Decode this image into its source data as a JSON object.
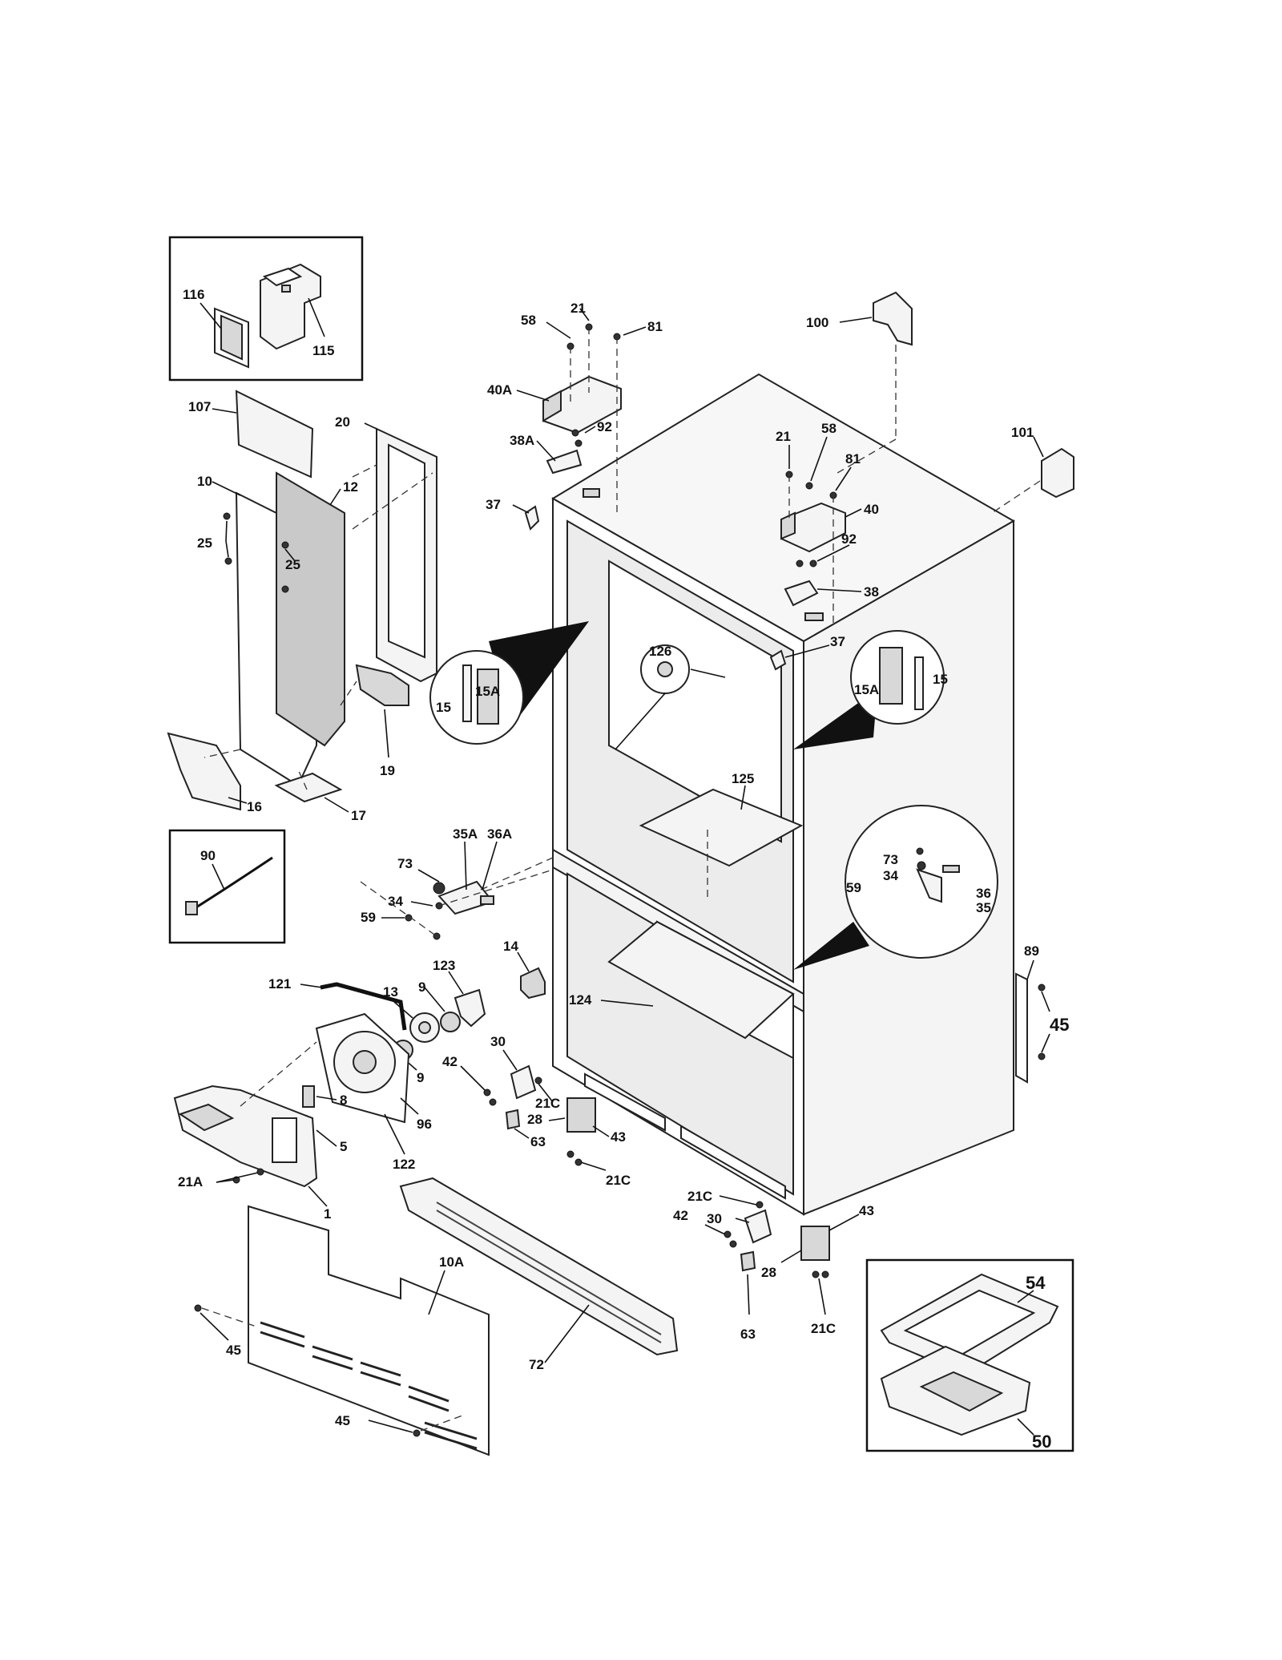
{
  "callouts": {
    "c116": "116",
    "c115": "115",
    "c58a": "58",
    "c21a": "21",
    "c81a": "81",
    "c40A": "40A",
    "c38A": "38A",
    "c92a": "92",
    "c37a": "37",
    "c100": "100",
    "c101": "101",
    "c21b": "21",
    "c58b": "58",
    "c81b": "81",
    "c40": "40",
    "c92b": "92",
    "c38": "38",
    "c37b": "37",
    "c107": "107",
    "c20": "20",
    "c10": "10",
    "c12": "12",
    "c25a": "25",
    "c25b": "25",
    "c19": "19",
    "c16": "16",
    "c17": "17",
    "c15a": "15",
    "c15Aa": "15A",
    "c126": "126",
    "c15Ab": "15A",
    "c15b": "15",
    "c125": "125",
    "c90": "90",
    "c73a": "73",
    "c35A": "35A",
    "c36A": "36A",
    "c34a": "34",
    "c59a": "59",
    "c73b": "73",
    "c34b": "34",
    "c59b": "59",
    "c36": "36",
    "c35": "35",
    "c14": "14",
    "c123": "123",
    "c121": "121",
    "c13": "13",
    "c9a": "9",
    "c9b": "9",
    "c124": "124",
    "c89": "89",
    "c45a": "45",
    "c30a": "30",
    "c42a": "42",
    "c21Ca": "21C",
    "c28a": "28",
    "c43a": "43",
    "c63a": "63",
    "c21Cb": "21C",
    "c8": "8",
    "c5": "5",
    "c96": "96",
    "c122": "122",
    "c21A": "21A",
    "c1": "1",
    "c21Cc": "21C",
    "c30b": "30",
    "c42b": "42",
    "c43b": "43",
    "c28b": "28",
    "c63b": "63",
    "c21Cd": "21C",
    "c10A": "10A",
    "c72": "72",
    "c45b": "45",
    "c45c": "45",
    "c54": "54",
    "c50": "50"
  }
}
